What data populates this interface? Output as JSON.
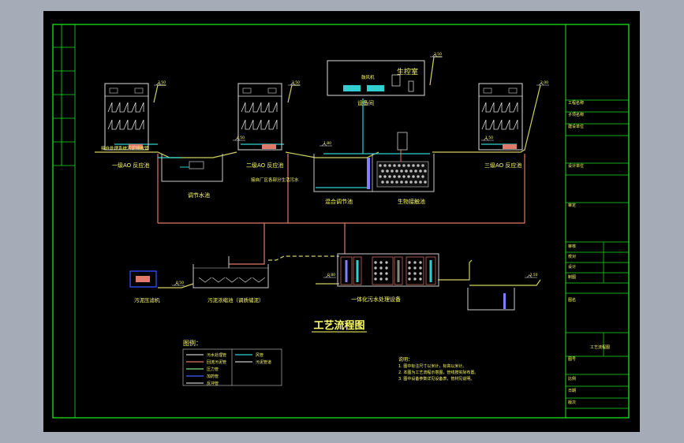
{
  "drawing": {
    "title": "工艺流程图",
    "colors": {
      "background": "#000000",
      "frame": "#19e319",
      "outer_bg": "#a6acb7",
      "pipe_main": "#d0d060",
      "pipe_sludge": "#e07a6a",
      "pipe_air": "#30d0d0",
      "label": "#ffff66"
    }
  },
  "process": {
    "tank1": "一级AO  反应池",
    "tank2": "二级AO  反应池",
    "tank3": "三级AO  反应池",
    "adjust_tank": "调节水池",
    "mix_tank": "混合调节池",
    "bio_tank": "生物接触池",
    "control_room": "生控室",
    "equipment_room": "设备间",
    "integrated_unit": "一体化污水处理设备",
    "sludge_dewater": "污泥压滤机",
    "sludge_tank": "污泥浓缩池（调质储泥）",
    "annotation1": "接自处理系统污泥排放管",
    "annotation2": "接自厂区各部分生活污水",
    "blower": "鼓风机"
  },
  "legend": {
    "title": "图例：",
    "items": [
      {
        "label": "污水处理管",
        "color": "#c8c8c8"
      },
      {
        "label": "回流污泥管",
        "color": "#e07a6a"
      },
      {
        "label": "压力管",
        "color": "#7ae07a"
      },
      {
        "label": "加药管",
        "color": "#4060ff"
      },
      {
        "label": "反冲管",
        "color": "#c8c8c8"
      },
      {
        "label": "风管",
        "color": "#30d0d0"
      },
      {
        "label": "污泥管道",
        "color": "#c8c8c8"
      }
    ]
  },
  "notes": {
    "title": "说明：",
    "lines": [
      "1. 图中标注尺寸以米计，标高以米计。",
      "2. 本图为工艺流程示意图，管线按实际布置。",
      "3. 图中设备参数详见设备表，管材见说明。"
    ]
  },
  "title_block": {
    "rows": [
      "工程名称",
      "子项名称",
      "建设单位",
      "",
      "设计单位",
      "",
      "审定",
      "审核",
      "校对",
      "设计",
      "制图",
      "",
      "图名",
      "",
      "图号",
      "比例",
      "日期",
      "版次"
    ],
    "drawing_name": "工艺流程图"
  },
  "elev": [
    "3.50",
    "3.50",
    "3.50",
    "2.00",
    "4.50",
    "1.80",
    "1.50",
    "0.80",
    "-2.50",
    "0.50"
  ]
}
